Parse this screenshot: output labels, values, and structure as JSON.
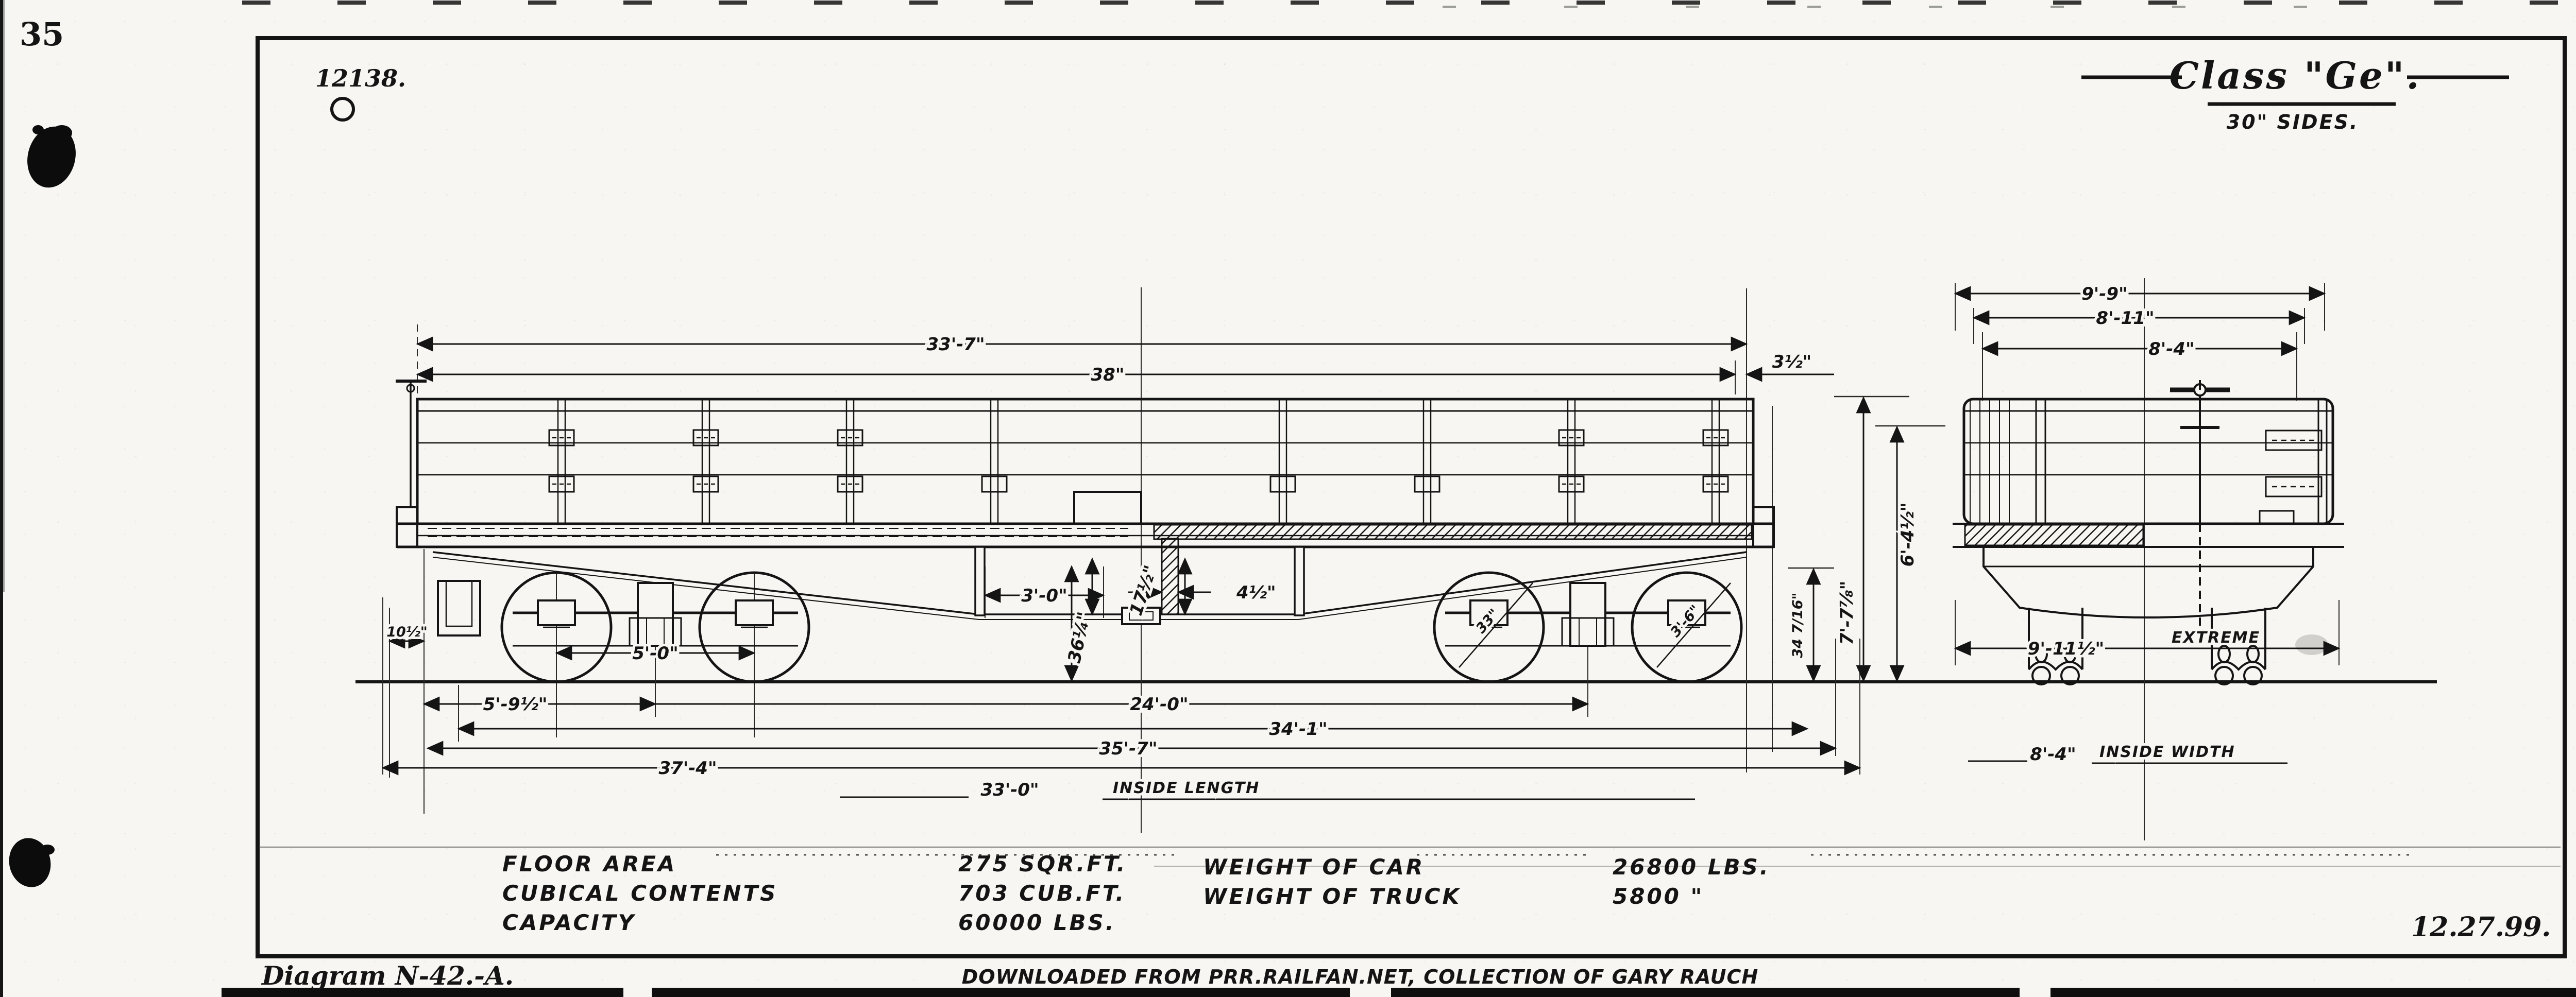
{
  "page": {
    "page_number": "35",
    "plate_number": "12138.",
    "date": "12.27.99.",
    "diagram_label": "Diagram N-42.-A.",
    "footer": "DOWNLOADED FROM PRR.RAILFAN.NET, COLLECTION OF GARY RAUCH"
  },
  "title": {
    "main": "Class \"Ge\".",
    "sub": "30\" SIDES."
  },
  "specs": {
    "rows": [
      {
        "label": "FLOOR AREA",
        "value": "275 SQR.FT."
      },
      {
        "label": "CUBICAL CONTENTS",
        "value": "703 CUB.FT."
      },
      {
        "label": "CAPACITY",
        "value": "60000 LBS."
      },
      {
        "label": "WEIGHT OF CAR",
        "value": "26800 LBS."
      },
      {
        "label": "WEIGHT OF TRUCK",
        "value": "5800  \""
      }
    ]
  },
  "dims": {
    "side": {
      "length_over_top": "33'-7\"",
      "upper_38": "38\"",
      "upper_3_5": "3½\"",
      "end_to_bolster": "5'-9½\"",
      "truck_centers": "24'-0\"",
      "len_34_1": "34'-1\"",
      "len_35_7": "35'-7\"",
      "len_37_4": "37'-4\"",
      "inside_length_value": "33'-0\"",
      "inside_length_label": "INSIDE LENGTH",
      "wheel_base": "5'-0\"",
      "end_overhang": "10½\"",
      "center_3_0": "3'-0\"",
      "center_17_5": "17½\"",
      "center_4_5": "4½\"",
      "center_36_25": "36¼\"",
      "rail_to_sill": "34 7/16\"",
      "height_7_7": "7'-7⅞\"",
      "height_6_4": "6'-4½\"",
      "wheel_dia": "33\"",
      "truck_diag": "3'-6\""
    },
    "end": {
      "width_9_9": "9'-9\"",
      "width_8_11": "8'-11\"",
      "width_8_4": "8'-4\"",
      "extreme_value": "9'-11½\"",
      "extreme_label": "EXTREME",
      "inside_width_value": "8'-4\"",
      "inside_width_label": "INSIDE WIDTH"
    }
  }
}
